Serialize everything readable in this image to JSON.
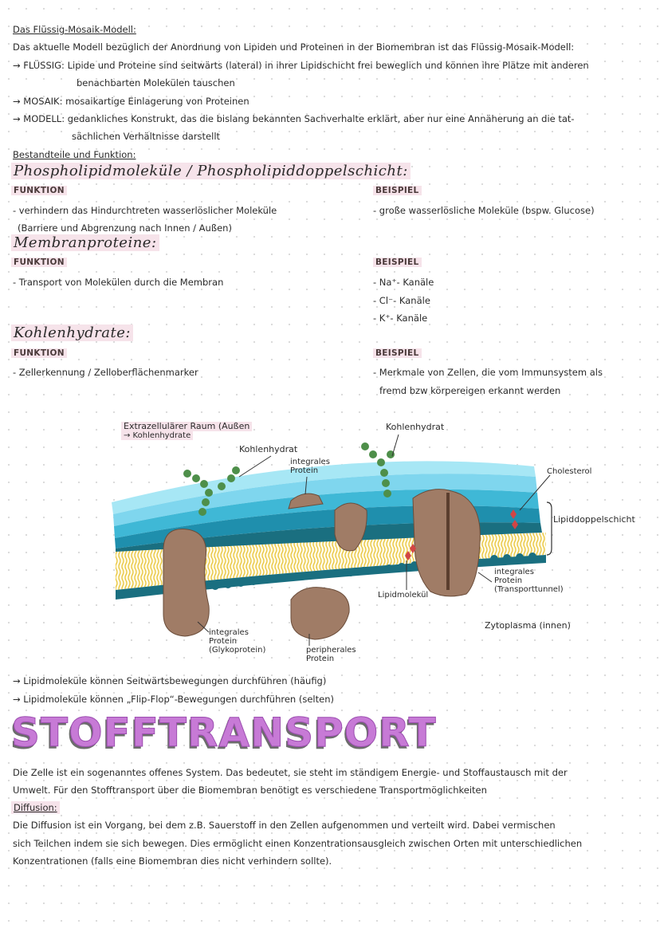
{
  "model": {
    "heading": "Das Flüssig-Mosaik-Modell:",
    "intro": "Das aktuelle Modell bezüglich der Anordnung von Lipiden und Proteinen in der Biomembran ist das Flüssig-Mosaik-Modell:",
    "fluessig_1": "→ FLÜSSIG: Lipide und Proteine sind seitwärts (lateral) in ihrer Lipidschicht frei beweglich und können ihre Plätze mit anderen",
    "fluessig_2": "benachbarten Molekülen tauschen",
    "mosaik": "→ MOSAIK: mosaikartige Einlagerung von Proteinen",
    "modell_1": "→ MODELL: gedankliches Konstrukt, das die bislang bekannten Sachverhalte erklärt, aber nur eine Annäherung an die tat-",
    "modell_2": "sächlichen Verhältnisse darstellt"
  },
  "components": {
    "heading": "Bestandteile und Funktion:",
    "phospho": {
      "title": "Phospholipidmoleküle / Phospholipiddoppelschicht:",
      "func_label": "FUNKTION",
      "ex_label": "BEISPIEL",
      "func_1": "- verhindern das Hindurchtreten wasserlöslicher Moleküle",
      "func_2": "(Barriere und Abgrenzung nach Innen / Außen)",
      "ex_1": "- große wasserlösliche Moleküle (bspw. Glucose)"
    },
    "membran": {
      "title": "Membranproteine:",
      "func_label": "FUNKTION",
      "ex_label": "BEISPIEL",
      "func_1": "- Transport von Molekülen durch die Membran",
      "ex_1": "- Na⁺- Kanäle",
      "ex_2": "- Cl⁻- Kanäle",
      "ex_3": "- K⁺- Kanäle"
    },
    "kohlen": {
      "title": "Kohlenhydrate:",
      "func_label": "FUNKTION",
      "ex_label": "BEISPIEL",
      "func_1": "- Zellerkennung / Zelloberflächenmarker",
      "ex_1": "- Merkmale von Zellen, die vom Immunsystem als",
      "ex_2": "fremd bzw körpereigen erkannt werden"
    }
  },
  "diagram": {
    "extra_1": "Extrazellulärer Raum (Außen",
    "extra_2": "→ Kohlenhydrate",
    "kh_1": "Kohlenhydrat",
    "kh_2": "Kohlenhydrat",
    "int_prot_top_1": "integrales",
    "int_prot_top_2": "Protein",
    "cholesterol": "Cholesterol",
    "lipiddoppel": "Lipiddoppelschicht",
    "int_tunnel_1": "integrales",
    "int_tunnel_2": "Protein",
    "int_tunnel_3": "(Transporttunnel)",
    "lipidmolekuel": "Lipidmolekül",
    "zytoplasma": "Zytoplasma (innen)",
    "glyko_1": "integrales",
    "glyko_2": "Protein",
    "glyko_3": "(Glykoprotein)",
    "peri_1": "peripherales",
    "peri_2": "Protein"
  },
  "notes": {
    "note_1": "→ Lipidmoleküle können Seitwärtsbewegungen durchführen (häufig)",
    "note_2": "→ Lipidmoleküle können „Flip-Flop“-Bewegungen durchführen (selten)"
  },
  "transport": {
    "title": "STOFFTRANSPORT",
    "p1": "Die Zelle ist ein sogenanntes offenes System. Das bedeutet, sie steht im ständigem Energie- und Stoffaustausch mit der",
    "p2": "Umwelt. Für den Stofftransport über die Biomembran benötigt es verschiedene Transportmöglichkeiten",
    "diff_heading": "Diffusion:",
    "d1": "Die Diffusion ist ein Vorgang, bei dem z.B. Sauerstoff in den Zellen aufgenommen und verteilt wird. Dabei vermischen",
    "d2": "sich Teilchen indem sie sich bewegen. Dies ermöglicht einen Konzentrationsausgleich zwischen Orten mit unterschiedlichen",
    "d3": "Konzentrationen (falls eine Biomembran dies nicht verhindern sollte)."
  },
  "colors": {
    "title_fill": "#c77ad6",
    "highlight": "#f6e3ea",
    "head_light": "#7fd6ee",
    "head_dark": "#1a6f80",
    "tail": "#f0d24a",
    "protein": "#a07c66",
    "carbohydrate": "#4e8f4a"
  }
}
